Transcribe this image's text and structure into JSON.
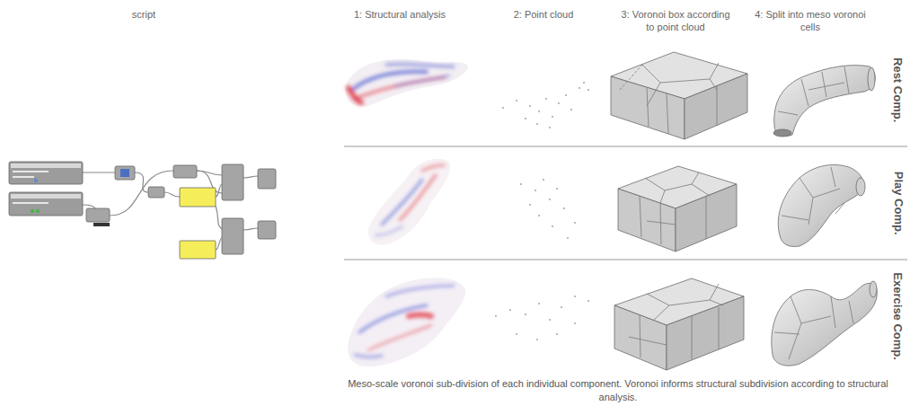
{
  "diagram": {
    "caption": "Meso-scale voronoi sub-division of each individual component. Voronoi informs structural subdivision according to structural analysis.",
    "labels": [
      "script",
      "1: Structural analysis",
      "2: Point cloud",
      "3: Voronoi box according to point cloud",
      "4: Split into meso voronoi cells",
      "Rest Comp.",
      "Play Comp.",
      "Exercise Comp."
    ]
  }
}
